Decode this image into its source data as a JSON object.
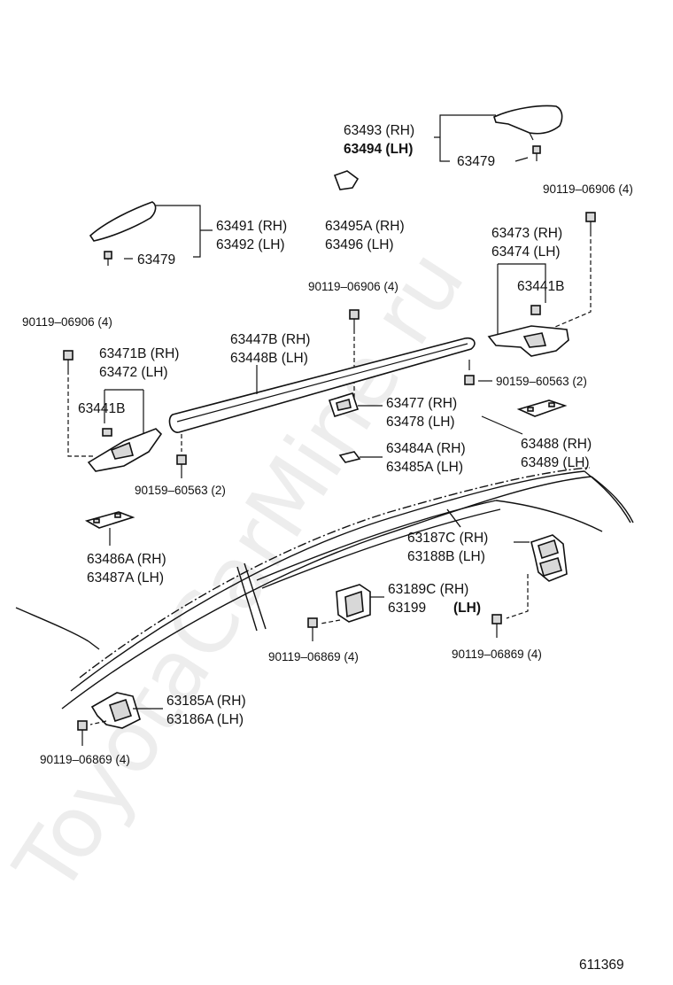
{
  "watermark": "ToyotaCarMine.ru",
  "figure_id": "611369",
  "callouts": {
    "c63493": "63493 (RH)",
    "c63494": "63494 (LH)",
    "c63479_top": "63479",
    "c90119_right": "90119–06906 (4)",
    "c63495a": "63495A (RH)",
    "c63496": "63496   (LH)",
    "c63491": "63491 (RH)",
    "c63492": "63492 (LH)",
    "c63479_left": "63479",
    "c63473": "63473 (RH)",
    "c63474": "63474 (LH)",
    "c63441b_right": "63441B",
    "c90119_mid": "90119–06906 (4)",
    "c90119_left": "90119–06906 (4)",
    "c63447b": "63447B (RH)",
    "c63448b": "63448B (LH)",
    "c63471b": "63471B (RH)",
    "c63472": "63472   (LH)",
    "c63441b_left": "63441B",
    "c90159_right": "90159–60563 (2)",
    "c63477": "63477 (RH)",
    "c63478": "63478 (LH)",
    "c63484a": "63484A (RH)",
    "c63485a": "63485A (LH)",
    "c63488": "63488 (RH)",
    "c63489": "63489 (LH)",
    "c90159_left": "90159–60563 (2)",
    "c63486a": "63486A (RH)",
    "c63487a": "63487A (LH)",
    "c63187c": "63187C (RH)",
    "c63188b": "63188B (LH)",
    "c63189c": "63189C (RH)",
    "c63199": "63199",
    "c63199_lh": "(LH)",
    "c90119_06869_mid": "90119–06869 (4)",
    "c90119_06869_right": "90119–06869 (4)",
    "c63185a": "63185A (RH)",
    "c63186a": "63186A (LH)",
    "c90119_06869_left": "90119–06869 (4)"
  }
}
